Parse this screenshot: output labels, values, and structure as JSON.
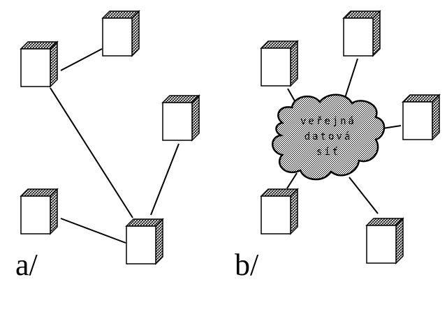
{
  "diagram": {
    "panel_a": {
      "label": "a/",
      "topology": "direct point-to-point links between nodes"
    },
    "panel_b": {
      "label": "b/",
      "topology": "star: all nodes attached to a central cloud",
      "cloud": {
        "line1": "veřejná",
        "line2": "datová",
        "line3": "síť"
      }
    },
    "colors": {
      "stroke": "#000000",
      "box_face": "#ffffff",
      "hatch": "#000000",
      "background": "#ffffff"
    },
    "icons": [
      "computer-box-icon",
      "network-cloud-icon"
    ]
  }
}
